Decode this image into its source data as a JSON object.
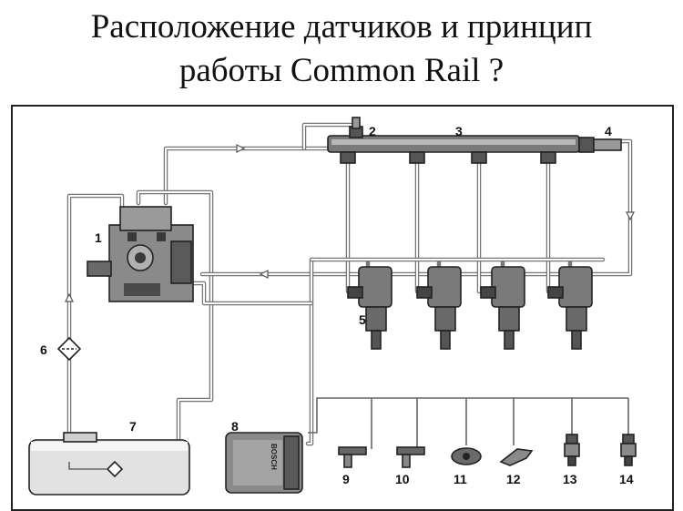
{
  "title": {
    "line1": "Расположение датчиков и принцип",
    "line2": "работы Common Rail ?"
  },
  "diagram": {
    "labels": {
      "pump": "1",
      "pressure_sensor": "2",
      "rail": "3",
      "pressure_valve": "4",
      "injectors": "5",
      "filter": "6",
      "tank": "7",
      "ecu": "8",
      "s9": "9",
      "s10": "10",
      "s11": "11",
      "s12": "12",
      "s13": "13",
      "s14": "14"
    },
    "ecu_brand": "BOSCH"
  },
  "colors": {
    "frame": "#222222",
    "pipe": "#777777",
    "part_fill": "#8a8a8a",
    "part_dark": "#3a3a3a",
    "fuel_fill": "#e2e2e2"
  }
}
